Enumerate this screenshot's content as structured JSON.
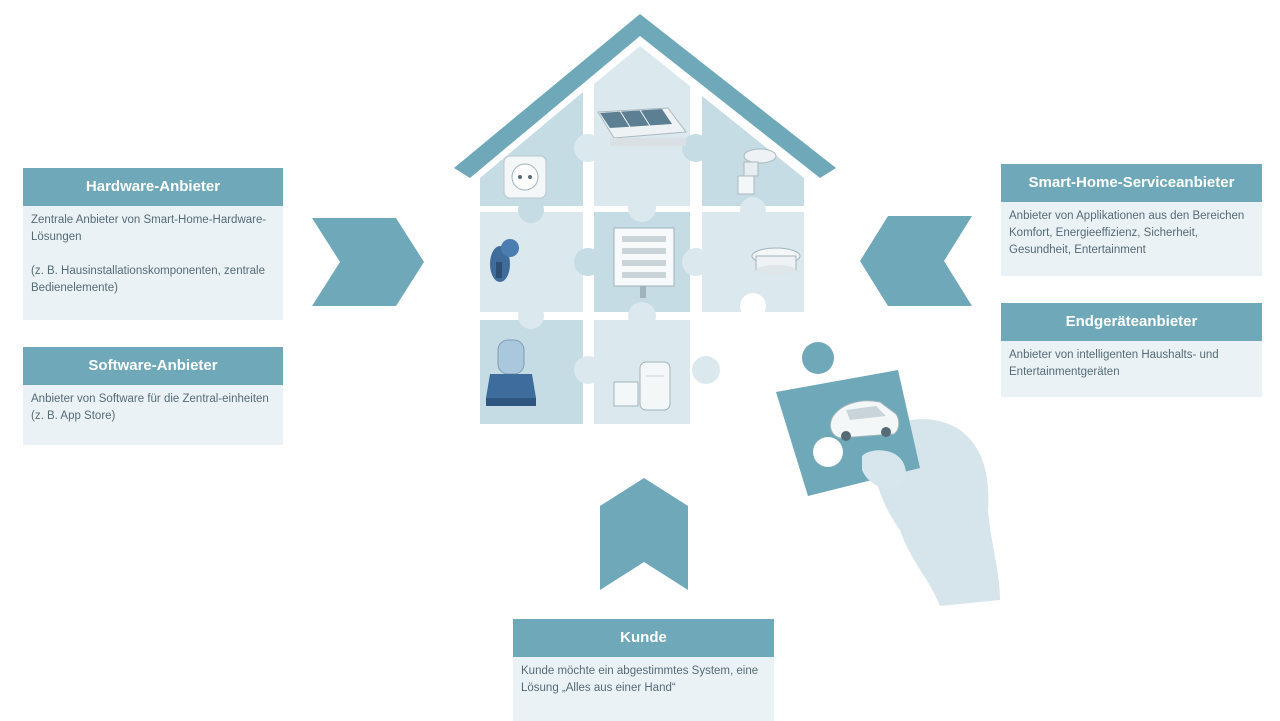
{
  "boxes": {
    "hardware": {
      "title": "Hardware-Anbieter",
      "line1": "Zentrale Anbieter von Smart-Home-Hardware-Lösungen",
      "line2": "(z. B. Hausinstallationskomponenten, zentrale Bedienelemente)"
    },
    "software": {
      "title": "Software-Anbieter",
      "line1": "Anbieter von Software für die Zentral-einheiten (z. B. App Store)"
    },
    "service": {
      "title": "Smart-Home-Serviceanbieter",
      "line1": "Anbieter von Applikationen aus den Bereichen Komfort, Energieeffizienz, Sicherheit, Gesundheit, Entertainment"
    },
    "endgeraete": {
      "title": "Endgeräteanbieter",
      "line1": "Anbieter von intelligenten Haushalts- und Entertainmentgeräten"
    },
    "kunde": {
      "title": "Kunde",
      "line1": "Kunde möchte ein abgestimmtes System, eine Lösung „Alles aus einer Hand“"
    }
  },
  "colors": {
    "accent": "#6fa9b9",
    "box_body": "#eaf2f5",
    "puzzle_light": "#dbe9ee",
    "puzzle_mid": "#c5dce4",
    "hand": "#cfe0e7"
  },
  "icons": [
    "socket-icon",
    "solar-panel-icon",
    "camera-icon",
    "smart-key-icon",
    "control-panel-icon",
    "smoke-detector-icon",
    "siren-light-icon",
    "appliances-icon",
    "car-icon"
  ]
}
